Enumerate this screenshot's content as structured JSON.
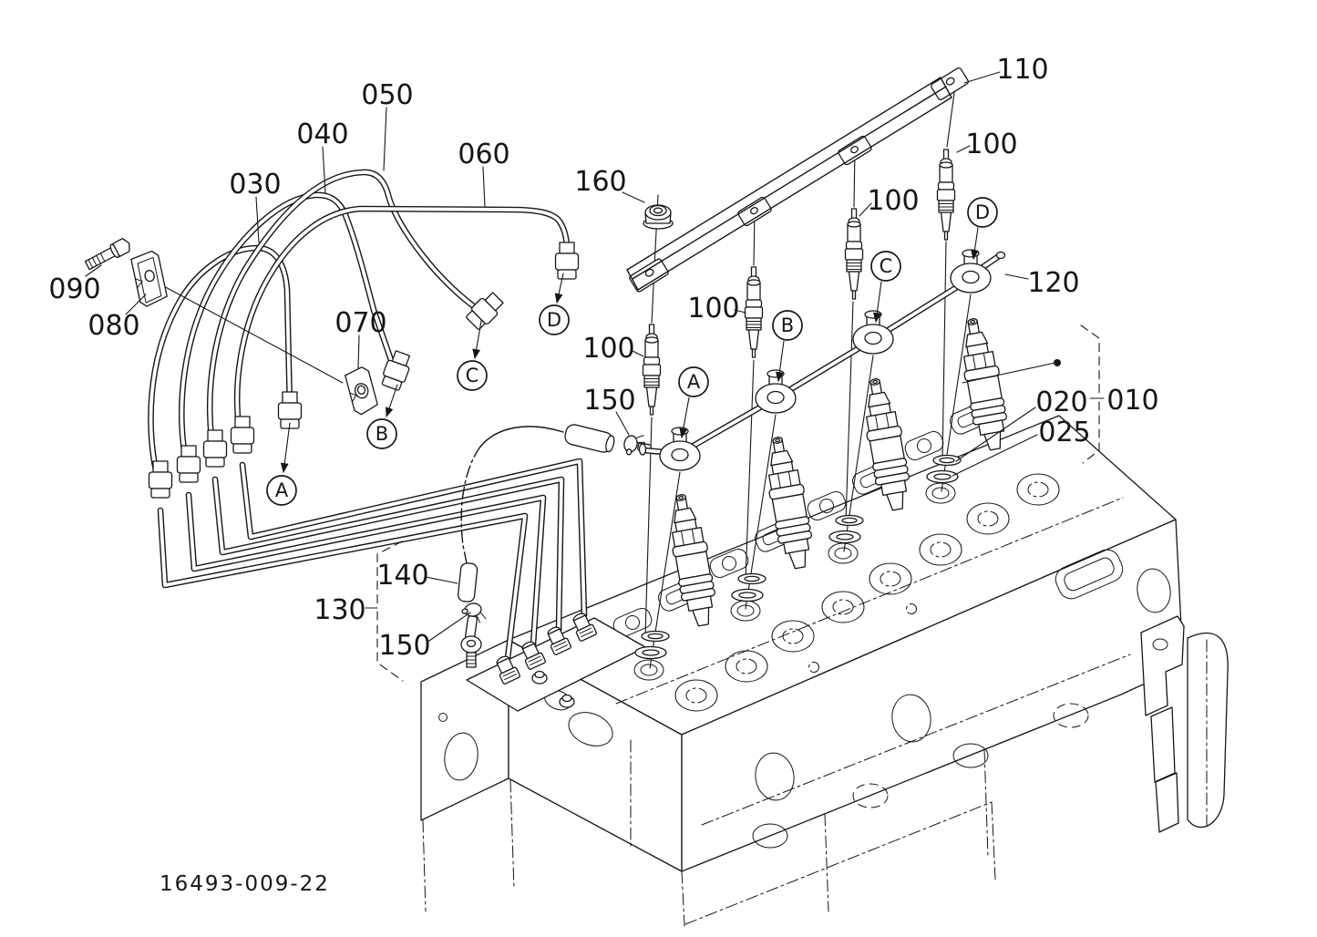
{
  "figure": {
    "type": "exploded-parts-diagram",
    "subject": "Engine cylinder head with fuel injection pipes, nozzle holders and glow plugs",
    "drawing_number": "16493-009-22"
  },
  "callouts": {
    "c030": "030",
    "c040": "040",
    "c050": "050",
    "c060": "060",
    "c070": "070",
    "c080": "080",
    "c090": "090",
    "c100_1": "100",
    "c100_2": "100",
    "c100_3": "100",
    "c100_4": "100",
    "c110": "110",
    "c120": "120",
    "c130": "130",
    "c140": "140",
    "c150_upper": "150",
    "c150_lower": "150",
    "c160": "160",
    "c010": "010",
    "c020": "020",
    "c025": "025"
  },
  "pipe_end_refs": {
    "a": "A",
    "b": "B",
    "c": "C",
    "d": "D"
  },
  "union_refs": {
    "a": "A",
    "b": "B",
    "c": "C",
    "d": "D"
  }
}
